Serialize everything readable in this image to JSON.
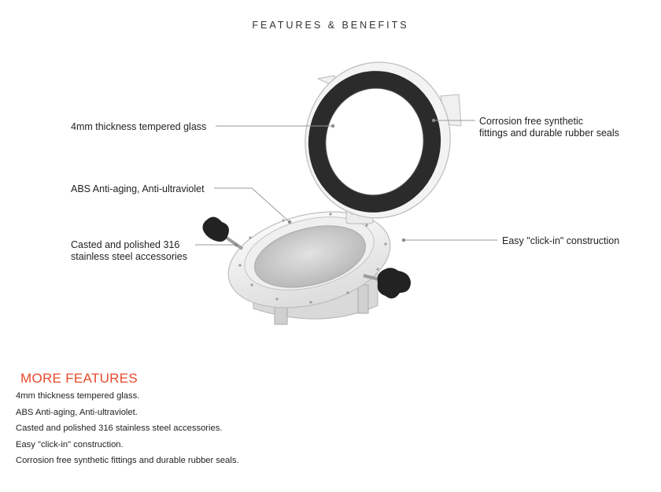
{
  "header": {
    "title": "FEATURES & BENEFITS"
  },
  "callouts": {
    "glass": "4mm thickness tempered glass",
    "abs": "ABS Anti-aging, Anti-ultraviolet",
    "steel_line1": "Casted and polished 316",
    "steel_line2": "stainless steel accessories",
    "seals_line1": "Corrosion free synthetic",
    "seals_line2": "fittings and durable rubber seals",
    "click_in": "Easy \"click-in\" construction"
  },
  "more_features": {
    "title": "MORE FEATURES",
    "items": [
      "4mm thickness tempered glass.",
      "ABS Anti-aging, Anti-ultraviolet.",
      "Casted and polished 316 stainless steel accessories.",
      "Easy \"click-in\" construction.",
      "Corrosion free synthetic fittings and durable rubber seals."
    ]
  },
  "colors": {
    "accent": "#e8492b",
    "gasket": "#2b2b2b",
    "frame": "#f4f4f4",
    "leader": "#9a9a9a"
  }
}
